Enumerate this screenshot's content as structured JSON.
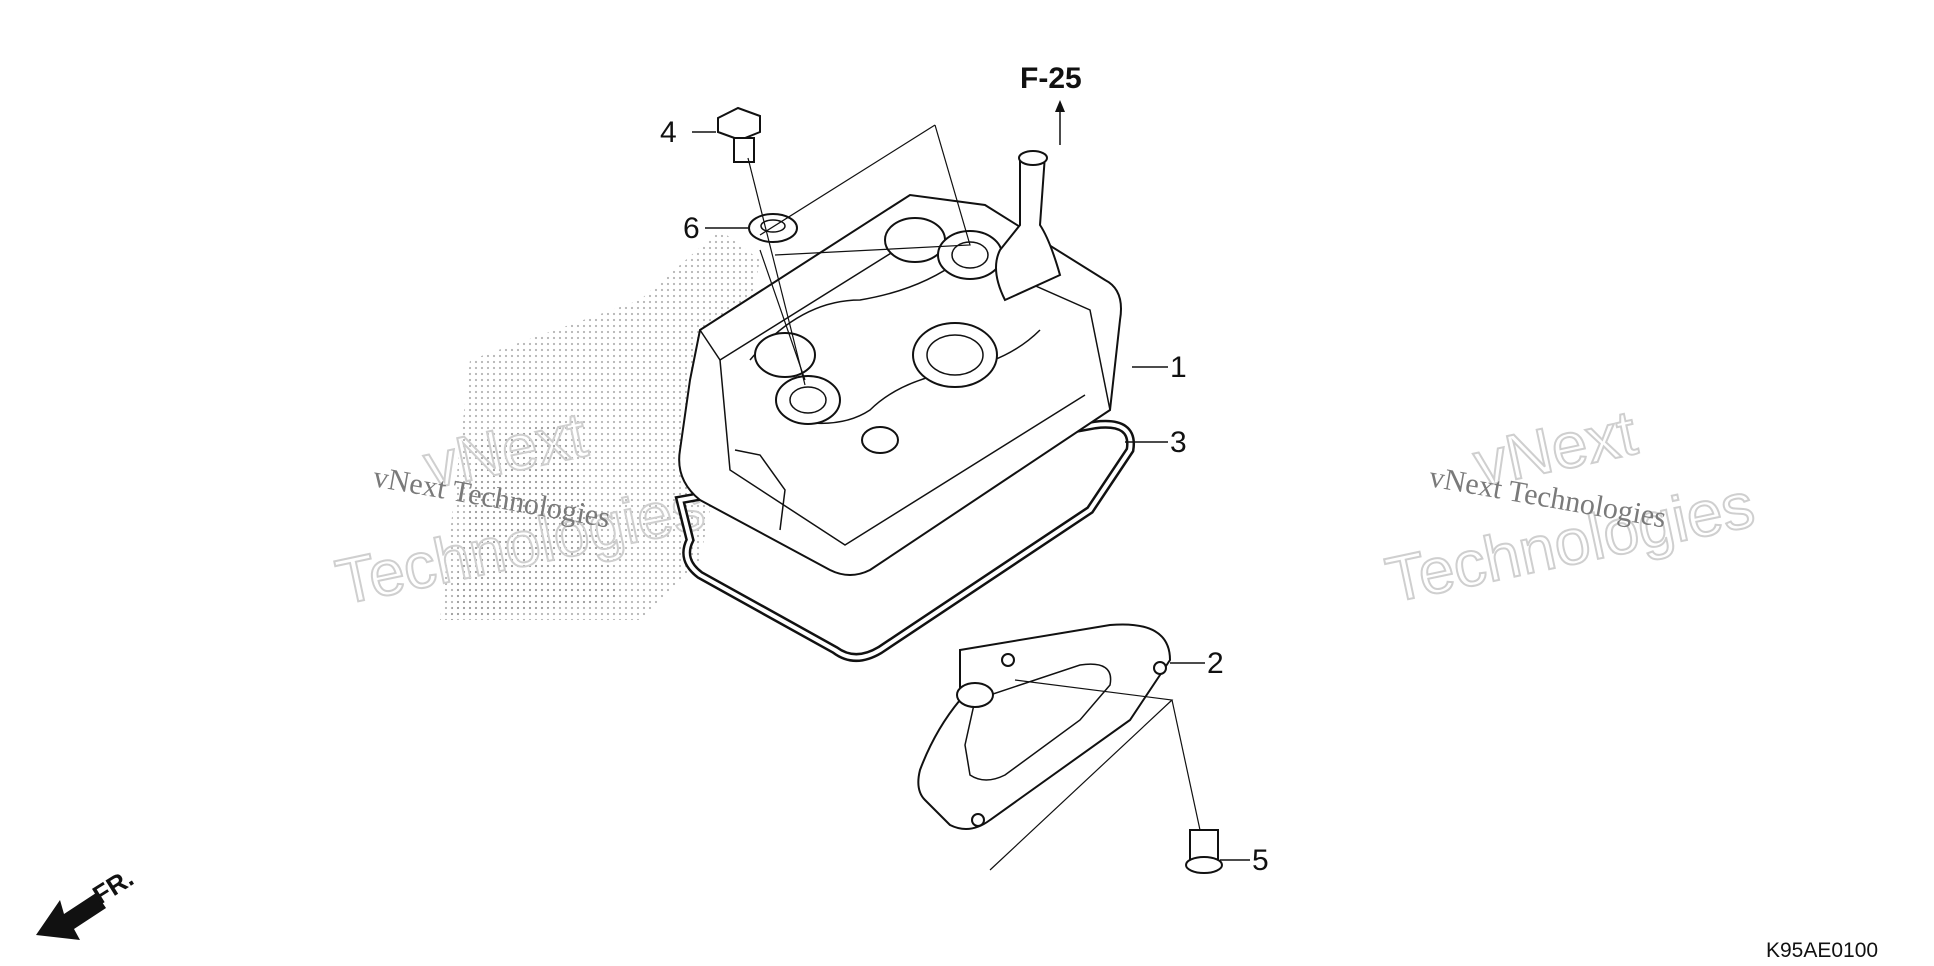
{
  "reference_label": "F-25",
  "diagram_code": "K95AE0100",
  "front_indicator": "FR.",
  "callouts": [
    "1",
    "2",
    "3",
    "4",
    "5",
    "6"
  ],
  "watermarks": {
    "small_line": "vNext Technologies",
    "big_top": "vNext",
    "big_bottom": "Technologies"
  }
}
